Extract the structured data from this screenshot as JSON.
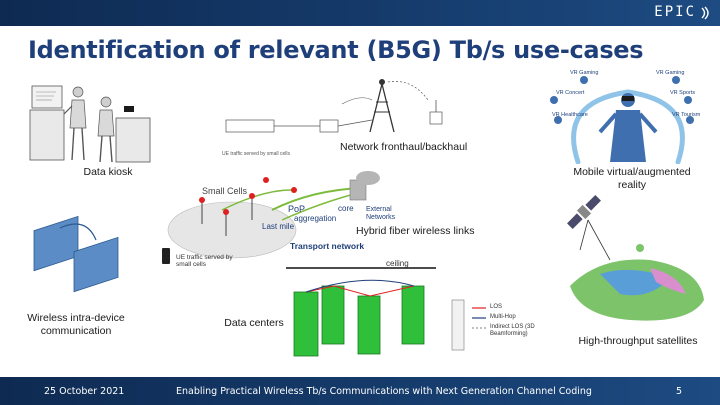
{
  "header": {
    "logo_text": "EPIC"
  },
  "slide": {
    "title": "Identification of relevant (B5G) Tb/s use-cases",
    "labels": {
      "network": "Network fronthaul/backhaul",
      "kiosk": "Data kiosk",
      "mobile_vr": "Mobile virtual/augmented reality",
      "hybrid_fiber": "Hybrid fiber wireless links",
      "intra_device": "Wireless intra-device communication",
      "data_centers": "Data centers",
      "satellites": "High-throughput satellites"
    },
    "diagram_text": {
      "small_cells": "Small Cells",
      "pop": "PoP",
      "aggregation": "aggregation",
      "core": "core",
      "external_networks": "External Networks",
      "last_mile": "Last mile",
      "transport_network": "Transport network",
      "ue_traffic": "UE traffic served by small cells",
      "ceiling": "ceiling",
      "vr_gaming": "VR Gaming",
      "vr_concert": "VR Concert",
      "vr_sports": "VR Sports",
      "vr_healthcare": "VR Healthcare",
      "vr_tourism": "VR Tourism",
      "legend_los": "LOS",
      "legend_multihop": "Multi-Hop",
      "legend_indirect": "Indirect LOS (3D Beamforming)"
    }
  },
  "footer": {
    "date": "25 October 2021",
    "project": "Enabling Practical Wireless Tb/s Communications with Next Generation Channel Coding",
    "page": "5"
  },
  "colors": {
    "title": "#1f3f7a",
    "bar": "#163d6e",
    "dc_rack": "#2fbf3a",
    "vr_arc": "#8fc3e8"
  }
}
